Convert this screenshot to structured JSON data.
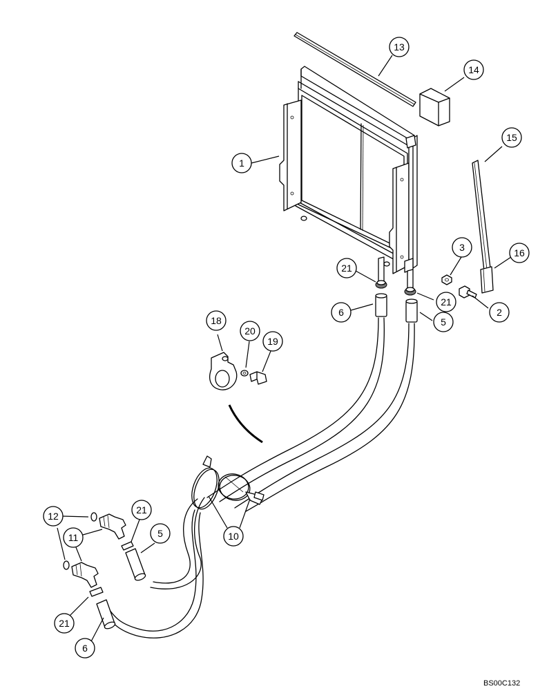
{
  "callouts": [
    {
      "id": "c1",
      "label": "1"
    },
    {
      "id": "c2",
      "label": "2"
    },
    {
      "id": "c3",
      "label": "3"
    },
    {
      "id": "c5a",
      "label": "5"
    },
    {
      "id": "c5b",
      "label": "5"
    },
    {
      "id": "c6a",
      "label": "6"
    },
    {
      "id": "c6b",
      "label": "6"
    },
    {
      "id": "c10",
      "label": "10"
    },
    {
      "id": "c11",
      "label": "11"
    },
    {
      "id": "c12",
      "label": "12"
    },
    {
      "id": "c13",
      "label": "13"
    },
    {
      "id": "c14",
      "label": "14"
    },
    {
      "id": "c15",
      "label": "15"
    },
    {
      "id": "c16",
      "label": "16"
    },
    {
      "id": "c18",
      "label": "18"
    },
    {
      "id": "c19",
      "label": "19"
    },
    {
      "id": "c20",
      "label": "20"
    },
    {
      "id": "c21a",
      "label": "21"
    },
    {
      "id": "c21b",
      "label": "21"
    },
    {
      "id": "c21c",
      "label": "21"
    },
    {
      "id": "c21d",
      "label": "21"
    }
  ],
  "reference_code": "BS00C132"
}
